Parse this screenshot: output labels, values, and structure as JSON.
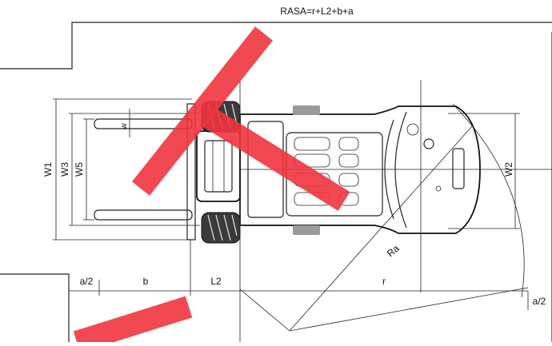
{
  "diagram": {
    "title_formula": "RASA=r+L2+b+a",
    "dimension_labels": {
      "w1": "W1",
      "w3": "W3",
      "w5": "W5",
      "w_small": "w",
      "w2": "W2",
      "ra": "Ra",
      "a_half_left": "a/2",
      "b": "b",
      "l2": "L2",
      "r": "r",
      "a_half_right": "a/2"
    },
    "colors": {
      "line": "#222222",
      "watermark": "#f0343e",
      "tyre": "#3a3a3a"
    }
  }
}
